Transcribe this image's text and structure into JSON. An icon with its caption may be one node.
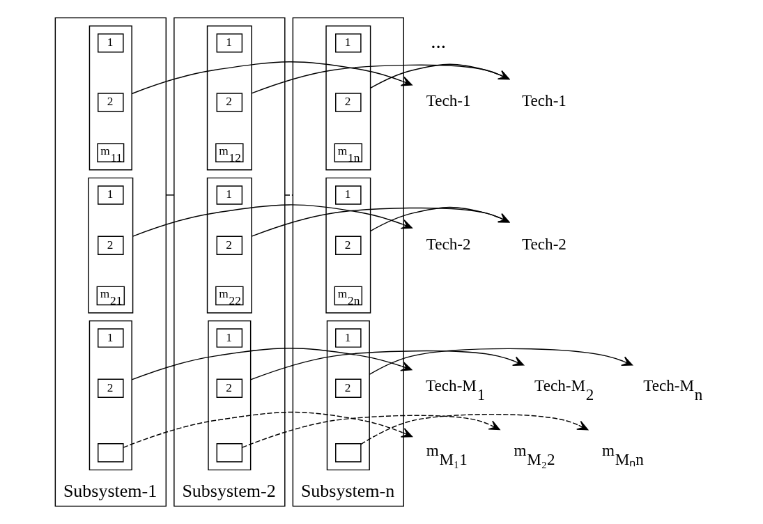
{
  "diagram": {
    "nodes": [
      {
        "text": [
          "Subsystem-1"
        ]
      },
      {
        "text": [],
        "shape": "box",
        "in": 0
      },
      {
        "text": [
          "1"
        ],
        "in": 1
      },
      {
        "text": [
          "2"
        ],
        "in": 1
      },
      {
        "text": [
          "m$_{11}$"
        ],
        "in": 1
      },
      {
        "text": [],
        "shape": "box",
        "in": 0
      },
      {
        "text": [
          "1"
        ],
        "in": 5
      },
      {
        "text": [
          "2"
        ],
        "in": 5
      },
      {
        "text": [
          "m$_{21}$"
        ],
        "in": 5
      },
      {
        "text": [],
        "shape": "box",
        "in": 0
      },
      {
        "text": [
          "1"
        ],
        "in": 9
      },
      {
        "text": [
          "2"
        ],
        "in": 9
      },
      {
        "text": [],
        "shape": "box",
        "in": 9
      },
      {
        "text": [
          "Subsystem-2"
        ]
      },
      {
        "text": [],
        "shape": "box",
        "in": 13
      },
      {
        "text": [
          "1"
        ],
        "in": 14
      },
      {
        "text": [
          "2"
        ],
        "in": 14
      },
      {
        "text": [
          "m$_{12}$"
        ],
        "in": 14
      },
      {
        "text": [],
        "shape": "box",
        "in": 13
      },
      {
        "text": [
          "1"
        ],
        "in": 18
      },
      {
        "text": [
          "2"
        ],
        "in": 18
      },
      {
        "text": [
          "m$_{22}$"
        ],
        "in": 18
      },
      {
        "text": [],
        "shape": "box",
        "in": 13
      },
      {
        "text": [
          "1"
        ],
        "in": 22
      },
      {
        "text": [
          "2"
        ],
        "in": 22
      },
      {
        "text": [],
        "shape": "box",
        "in": 22
      },
      {
        "text": [
          "Subsystem-n"
        ]
      },
      {
        "text": [],
        "shape": "box",
        "in": 26
      },
      {
        "text": [
          "1"
        ],
        "in": 27
      },
      {
        "text": [
          "2"
        ],
        "in": 27
      },
      {
        "text": [
          "m$_{1n}$"
        ],
        "in": 27
      },
      {
        "text": [],
        "shape": "box",
        "in": 26
      },
      {
        "text": [
          "1"
        ],
        "in": 31
      },
      {
        "text": [
          "2"
        ],
        "in": 31
      },
      {
        "text": [
          "m$_{2n}$"
        ],
        "in": 31
      },
      {
        "text": [],
        "shape": "box",
        "in": 26
      },
      {
        "text": [
          "1"
        ],
        "in": 35
      },
      {
        "text": [
          "2"
        ],
        "in": 35
      },
      {
        "text": [],
        "shape": "box",
        "in": 35
      },
      {
        "text": [
          "Tech-1"
        ]
      },
      {
        "text": [
          "Tech-2"
        ]
      },
      {
        "text": [
          "Tech-M$_{1}$"
        ]
      },
      {
        "text": [
          "m$_{M₁1}$"
        ]
      },
      {
        "text": [
          "Tech-1"
        ]
      },
      {
        "text": [
          "Tech-2"
        ]
      },
      {
        "text": [
          "Tech-M$_{2}$"
        ]
      },
      {
        "text": [
          "Tech-M$_{n}$"
        ]
      },
      {
        "text": [
          "m$_{M₂2}$"
        ]
      },
      {
        "text": [
          "m$_{Mₙn}$"
        ]
      }
    ],
    "edges": [
      {
        "from": 1,
        "to": 39,
        "arrow": "to"
      },
      {
        "from": 5,
        "to": 40,
        "arrow": "to"
      },
      {
        "from": 9,
        "to": 41,
        "arrow": "to"
      },
      {
        "from": 12,
        "to": 42,
        "arrow": "to",
        "style": "dashed"
      },
      {
        "from": 14,
        "to": 43,
        "arrow": "to"
      },
      {
        "from": 18,
        "to": 44,
        "arrow": "to"
      },
      {
        "from": 22,
        "to": 45,
        "arrow": "to"
      },
      {
        "from": 25,
        "to": 47,
        "arrow": "to",
        "style": "dashed"
      },
      {
        "from": 27,
        "to": 43,
        "arrow": "to"
      },
      {
        "from": 31,
        "to": 44,
        "arrow": "to"
      },
      {
        "from": 35,
        "to": 46,
        "arrow": "to"
      },
      {
        "from": 38,
        "to": 48,
        "arrow": "to",
        "style": "dashed"
      },
      {
        "from": 0,
        "to": 13,
        "arrow": "none"
      },
      {
        "from": 13,
        "to": 26,
        "arrow": "none",
        "style": "dashed"
      }
    ],
    "labels": [
      "..."
    ]
  }
}
